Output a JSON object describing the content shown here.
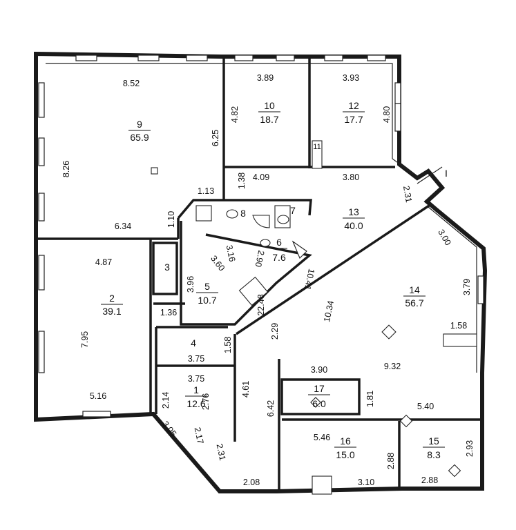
{
  "rooms": [
    {
      "number": "9",
      "area": "65.9"
    },
    {
      "number": "10",
      "area": "18.7"
    },
    {
      "number": "12",
      "area": "17.7"
    },
    {
      "number": "13",
      "area": "40.0"
    },
    {
      "number": "14",
      "area": "56.7"
    },
    {
      "number": "2",
      "area": "39.1"
    },
    {
      "number": "5",
      "area": "10.7"
    },
    {
      "number": "6",
      "area": "7.6"
    },
    {
      "number": "1",
      "area": "12.6"
    },
    {
      "number": "17",
      "area": "6.0"
    },
    {
      "number": "16",
      "area": "15.0"
    },
    {
      "number": "15",
      "area": "8.3"
    }
  ],
  "room_numbers_only": [
    "3",
    "4",
    "7",
    "8",
    "11"
  ],
  "axis_marker": "I",
  "dimensions": [
    "8.52",
    "8.26",
    "6.25",
    "6.34",
    "1.10",
    "1.13",
    "1.38",
    "3.89",
    "4.82",
    "3.93",
    "4.80",
    "4.09",
    "3.80",
    "2.31",
    "3.00",
    "3.79",
    "1.58",
    "9.32",
    "10.34",
    "10.41",
    "4.87",
    "7.95",
    "5.16",
    "1.36",
    "3.96",
    "3.60",
    "3.16",
    "2.90",
    "22.48",
    "2.29",
    "1.58",
    "3.75",
    "3.75",
    "2.14",
    "2.76",
    "3.05",
    "2.17",
    "2.31",
    "4.61",
    "2.08",
    "3.90",
    "1.81",
    "6.42",
    "5.40",
    "5.46",
    "2.88",
    "3.10",
    "2.93",
    "2.88"
  ]
}
